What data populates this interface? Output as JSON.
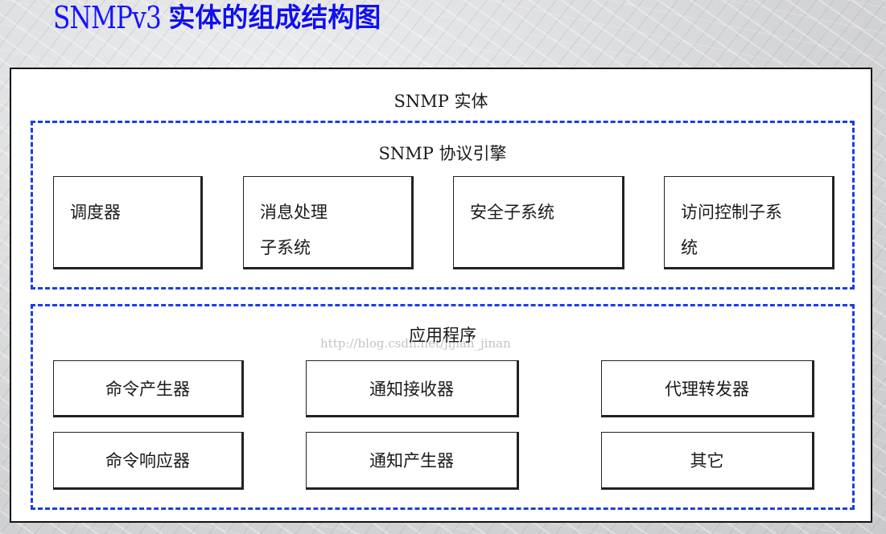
{
  "title": {
    "latin": "SNMPv3",
    "cjk": "实体的组成结构图"
  },
  "diagram": {
    "entity_label": "SNMP 实体",
    "engine": {
      "label": "SNMP 协议引擎",
      "boxes": [
        {
          "line1": "调度器",
          "line2": ""
        },
        {
          "line1": "消息处理",
          "line2": "子系统"
        },
        {
          "line1": "安全子系统",
          "line2": ""
        },
        {
          "line1": "访问控制子系",
          "line2": "统"
        }
      ]
    },
    "applications": {
      "label": "应用程序",
      "boxes": [
        "命令产生器",
        "通知接收器",
        "代理转发器",
        "命令响应器",
        "通知产生器",
        "其它"
      ]
    },
    "watermark": "http://blog.csdn.net/jijian_jinan"
  },
  "colors": {
    "title": "#1414ff",
    "dashed_border": "#1a3ee8",
    "box_border": "#222222"
  }
}
